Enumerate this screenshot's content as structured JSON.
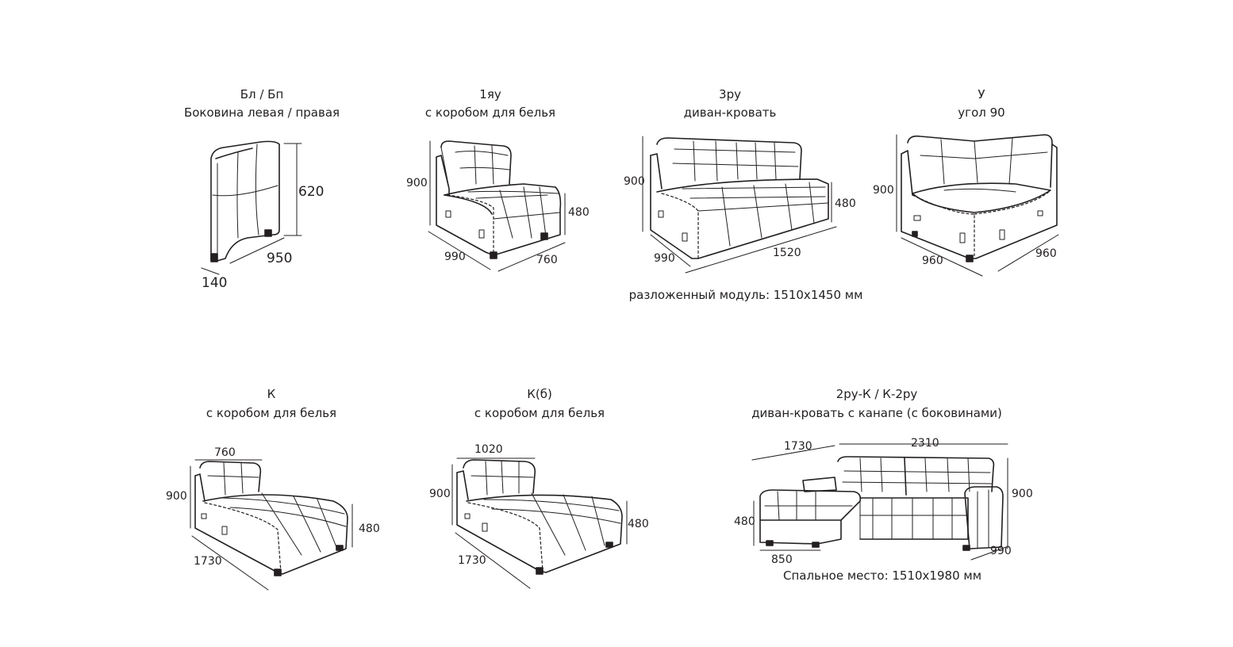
{
  "modules": [
    {
      "code": "Бл / Бп",
      "name": "Боковина левая / правая",
      "dims": {
        "height": "620",
        "depth": "950",
        "width": "140"
      }
    },
    {
      "code": "1яу",
      "name": "с коробом для белья",
      "dims": {
        "height": "900",
        "seat_height": "480",
        "depth": "990",
        "width": "760"
      }
    },
    {
      "code": "3ру",
      "name": "диван-кровать",
      "dims": {
        "height": "900",
        "seat_height": "480",
        "depth": "990",
        "width": "1520"
      },
      "note": "разложенный модуль: 1510х1450 мм"
    },
    {
      "code": "У",
      "name": "угол 90",
      "dims": {
        "height": "900",
        "width_left": "960",
        "width_right": "960"
      }
    },
    {
      "code": "К",
      "name": "с коробом для белья",
      "dims": {
        "width": "760",
        "height": "900",
        "seat_height": "480",
        "length": "1730"
      }
    },
    {
      "code": "К(б)",
      "name": "с коробом для белья",
      "dims": {
        "width": "1020",
        "height": "900",
        "seat_height": "480",
        "length": "1730"
      }
    },
    {
      "code": "2ру-К / К-2ру",
      "name": "диван-кровать с канапе (с боковинами)",
      "dims": {
        "chaise_length": "1730",
        "sofa_width": "2310",
        "height": "900",
        "seat_height": "480",
        "chaise_width": "850",
        "depth": "990"
      },
      "note": "Спальное место: 1510х1980 мм"
    }
  ]
}
